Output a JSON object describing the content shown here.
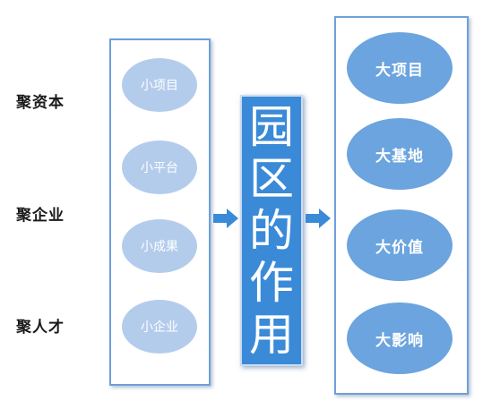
{
  "left_labels": [
    "聚资本",
    "聚企业",
    "聚人才"
  ],
  "left_items": [
    "小项目",
    "小平台",
    "小成果",
    "小企业"
  ],
  "center_title_chars": [
    "园",
    "区",
    "的",
    "作",
    "用"
  ],
  "right_items": [
    "大项目",
    "大基地",
    "大价值",
    "大影响"
  ],
  "colors": {
    "box_border": "#6f9fdc",
    "small_oval": "#b4ccec",
    "big_oval": "#6ba4de",
    "center_fill": "#3a8ad8",
    "arrow": "#3a8ad8"
  }
}
